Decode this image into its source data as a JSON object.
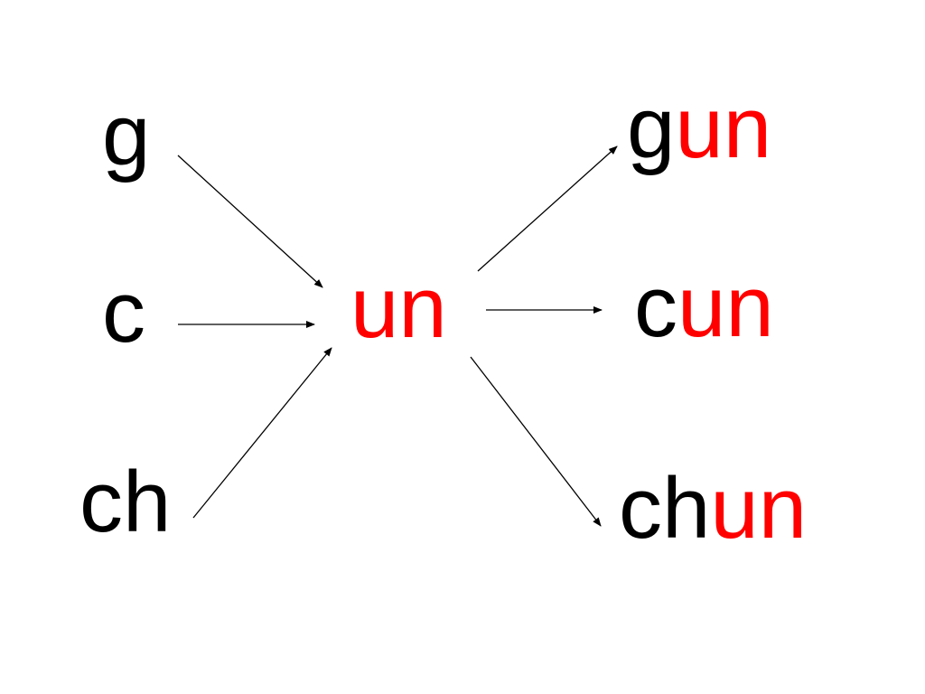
{
  "colors": {
    "initial": "#000000",
    "final": "#ff0000",
    "arrow": "#000000",
    "background": "#ffffff"
  },
  "initials": [
    {
      "text": "g"
    },
    {
      "text": "c"
    },
    {
      "text": "ch"
    }
  ],
  "center_final": {
    "text": "un"
  },
  "results": [
    {
      "initial": "g",
      "final": "un"
    },
    {
      "initial": "c",
      "final": "un"
    },
    {
      "initial": "ch",
      "final": "un"
    }
  ]
}
